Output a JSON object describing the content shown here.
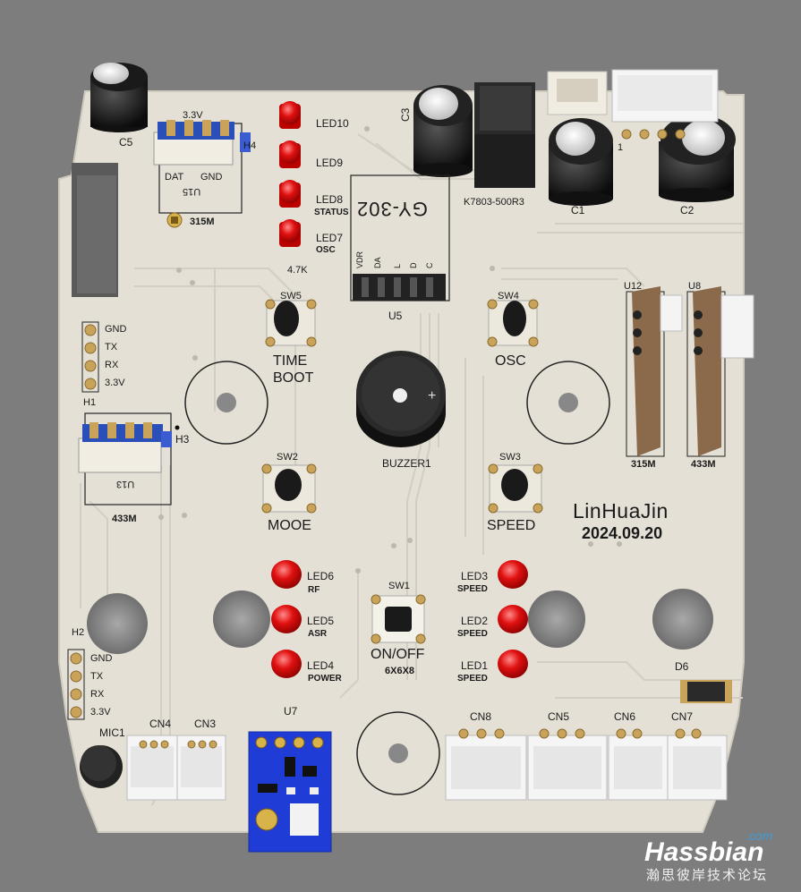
{
  "board": {
    "author": "LinHuaJin",
    "date": "2024.09.20",
    "colors": {
      "board": "#e4e0d6",
      "background": "#7d7d7d",
      "led": "#e01010",
      "pcb_blue": "#1f3cd6",
      "trace": "#cfcac0"
    }
  },
  "leds": {
    "led10": {
      "ref": "LED10"
    },
    "led9": {
      "ref": "LED9"
    },
    "led8": {
      "ref": "LED8",
      "sub": "STATUS"
    },
    "led7": {
      "ref": "LED7",
      "sub": "OSC"
    },
    "led6": {
      "ref": "LED6",
      "sub": "RF"
    },
    "led5": {
      "ref": "LED5",
      "sub": "ASR"
    },
    "led4": {
      "ref": "LED4",
      "sub": "POWER"
    },
    "led3": {
      "ref": "LED3",
      "sub": "SPEED"
    },
    "led2": {
      "ref": "LED2",
      "sub": "SPEED"
    },
    "led1": {
      "ref": "LED1",
      "sub": "SPEED"
    }
  },
  "switches": {
    "sw1": {
      "ref": "SW1",
      "label": "ON/OFF",
      "sub": "6X6X8"
    },
    "sw2": {
      "ref": "SW2",
      "label": "MOOE"
    },
    "sw3": {
      "ref": "SW3",
      "label": "SPEED"
    },
    "sw4": {
      "ref": "SW4",
      "label": "OSC"
    },
    "sw5": {
      "ref": "SW5",
      "label_line1": "TIME",
      "label_line2": "BOOT"
    }
  },
  "headers": {
    "h1": {
      "ref": "H1",
      "pins": [
        "GND",
        "TX",
        "RX",
        "3.3V"
      ]
    },
    "h2": {
      "ref": "H2",
      "pins": [
        "GND",
        "TX",
        "RX",
        "3.3V"
      ]
    },
    "h3": {
      "ref": "H3"
    },
    "h4": {
      "ref": "H4"
    }
  },
  "modules": {
    "u15": {
      "ref": "U15",
      "top": "3.3V",
      "dat": "DAT",
      "gnd": "GND",
      "freq": "315M"
    },
    "u13": {
      "ref": "U13",
      "freq": "433M"
    },
    "u5": {
      "ref": "U5",
      "silk": "GY-302",
      "pins": [
        "VDR",
        "DA",
        "L",
        "D",
        "C"
      ]
    },
    "u7": {
      "ref": "U7"
    },
    "u12": {
      "ref": "U12",
      "freq": "315M"
    },
    "u8": {
      "ref": "U8",
      "freq": "433M"
    },
    "buzzer": {
      "ref": "BUZZER1"
    },
    "reg": {
      "ref": "K7803-500R3"
    },
    "res": {
      "ref": "4.7K"
    },
    "d6": {
      "ref": "D6"
    },
    "mic": {
      "ref": "MIC1"
    }
  },
  "caps": {
    "c1": "C1",
    "c2": "C2",
    "c3": "C3",
    "c5": "C5"
  },
  "connectors": {
    "cn3": "CN3",
    "cn4": "CN4",
    "cn5": "CN5",
    "cn6": "CN6",
    "cn7": "CN7",
    "cn8": "CN8",
    "misc": "1"
  },
  "watermark": {
    "brand": "Hassbian",
    "com": ".com",
    "tagline": "瀚思彼岸技术论坛"
  }
}
